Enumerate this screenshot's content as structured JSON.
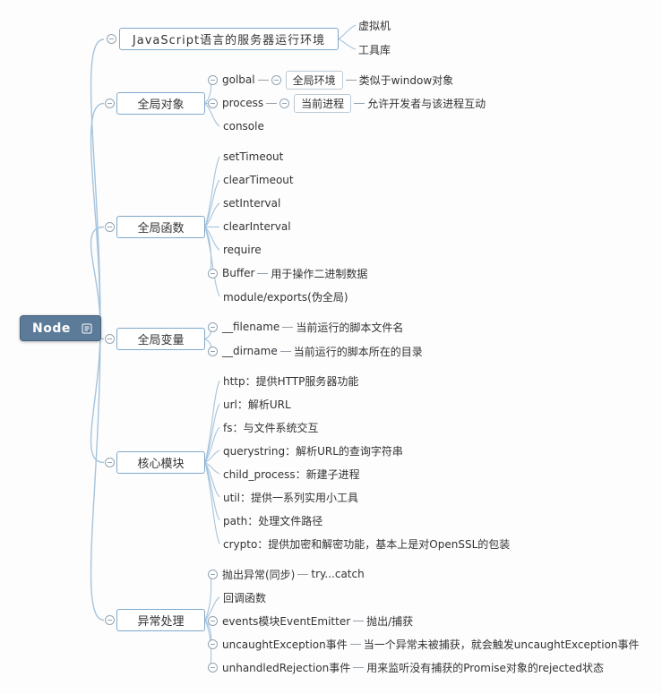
{
  "root": {
    "label": "Node"
  },
  "icons": {
    "root_note": "notes-icon",
    "toggle": "collapse-minus-icon"
  },
  "colors": {
    "root_fill": "#5b7b99",
    "branch_border": "#7ea9cc",
    "connector": "#a6c4dc",
    "segment": "#93a0ab",
    "text": "#333333"
  },
  "branches": [
    {
      "label": "JavaScript语言的服务器运行环境",
      "children": [
        {
          "label": "虚拟机"
        },
        {
          "label": "工具库"
        }
      ]
    },
    {
      "label": "全局对象",
      "children": [
        {
          "label": "golbal",
          "sub": {
            "label": "全局环境",
            "note": "类似于window对象"
          }
        },
        {
          "label": "process",
          "sub": {
            "label": "当前进程",
            "note": "允许开发者与该进程互动"
          }
        },
        {
          "label": "console"
        }
      ]
    },
    {
      "label": "全局函数",
      "children": [
        {
          "label": "setTimeout"
        },
        {
          "label": "clearTimeout"
        },
        {
          "label": "setInterval"
        },
        {
          "label": "clearInterval"
        },
        {
          "label": "require"
        },
        {
          "label": "Buffer",
          "note": "用于操作二进制数据"
        },
        {
          "label": "module/exports(伪全局)"
        }
      ]
    },
    {
      "label": "全局变量",
      "children": [
        {
          "label": "__filename",
          "note": "当前运行的脚本文件名"
        },
        {
          "label": "__dirname",
          "note": "当前运行的脚本所在的目录"
        }
      ]
    },
    {
      "label": "核心模块",
      "children": [
        {
          "label": "http：提供HTTP服务器功能"
        },
        {
          "label": "url：解析URL"
        },
        {
          "label": "fs：与文件系统交互"
        },
        {
          "label": "querystring：解析URL的查询字符串"
        },
        {
          "label": "child_process：新建子进程"
        },
        {
          "label": "util：提供一系列实用小工具"
        },
        {
          "label": "path：处理文件路径"
        },
        {
          "label": "crypto：提供加密和解密功能，基本上是对OpenSSL的包装"
        }
      ]
    },
    {
      "label": "异常处理",
      "children": [
        {
          "label": "抛出异常(同步)",
          "note": "try...catch"
        },
        {
          "label": "回调函数"
        },
        {
          "label": "events模块EventEmitter",
          "note": "抛出/捕获"
        },
        {
          "label": "uncaughtException事件",
          "note": "当一个异常未被捕获，就会触发uncaughtException事件"
        },
        {
          "label": "unhandledRejection事件",
          "note": "用来监听没有捕获的Promise对象的rejected状态"
        }
      ]
    }
  ]
}
